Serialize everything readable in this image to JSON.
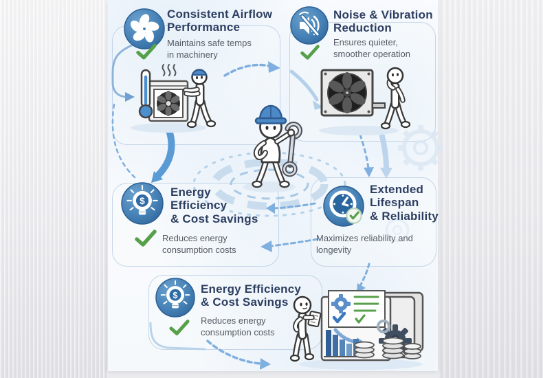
{
  "figure": {
    "benefits": [
      {
        "name": "consistent-airflow",
        "icon": "fan-icon",
        "title_lines": [
          "Consistent Airflow",
          "Performance"
        ],
        "desc_lines": [
          "Maintains safe temps",
          "in machinery"
        ]
      },
      {
        "name": "noise-vibration-reduction",
        "icon": "speaker-mute-icon",
        "title_lines": [
          "Noise & Vibration",
          "Reduction"
        ],
        "desc_lines": [
          "Ensures quieter,",
          "smoother operation"
        ]
      },
      {
        "name": "energy-efficiency-left",
        "icon": "lightbulb-dollar-icon",
        "title_lines": [
          "Energy",
          "Efficiency",
          "& Cost Savings"
        ],
        "desc_lines": [
          "Reduces energy",
          "consumption costs"
        ]
      },
      {
        "name": "extended-lifespan",
        "icon": "clock-check-icon",
        "title_lines": [
          "Extended",
          "Lifespan",
          "& Reliability"
        ],
        "desc_lines": [
          "Maximizes reliability and",
          "longevity"
        ]
      },
      {
        "name": "energy-efficiency-bottom",
        "icon": "lightbulb-dollar-icon",
        "title_lines": [
          "Energy Efficiency",
          "& Cost Savings"
        ],
        "desc_lines": [
          "Reduces energy",
          "consumption costs"
        ]
      }
    ],
    "glyphs": {
      "dollar": "$"
    },
    "colors": {
      "title_navy": "#2d3e60",
      "desc_gray": "#555b63",
      "check_green": "#56a04a",
      "icon_blue_dark": "#2e6498",
      "icon_blue_light": "#6aa0cd",
      "arrow_dash_blue": "#7fafde",
      "arrow_solid_blue": "#5b9bd5",
      "outline_blue": "#9ebada"
    }
  }
}
